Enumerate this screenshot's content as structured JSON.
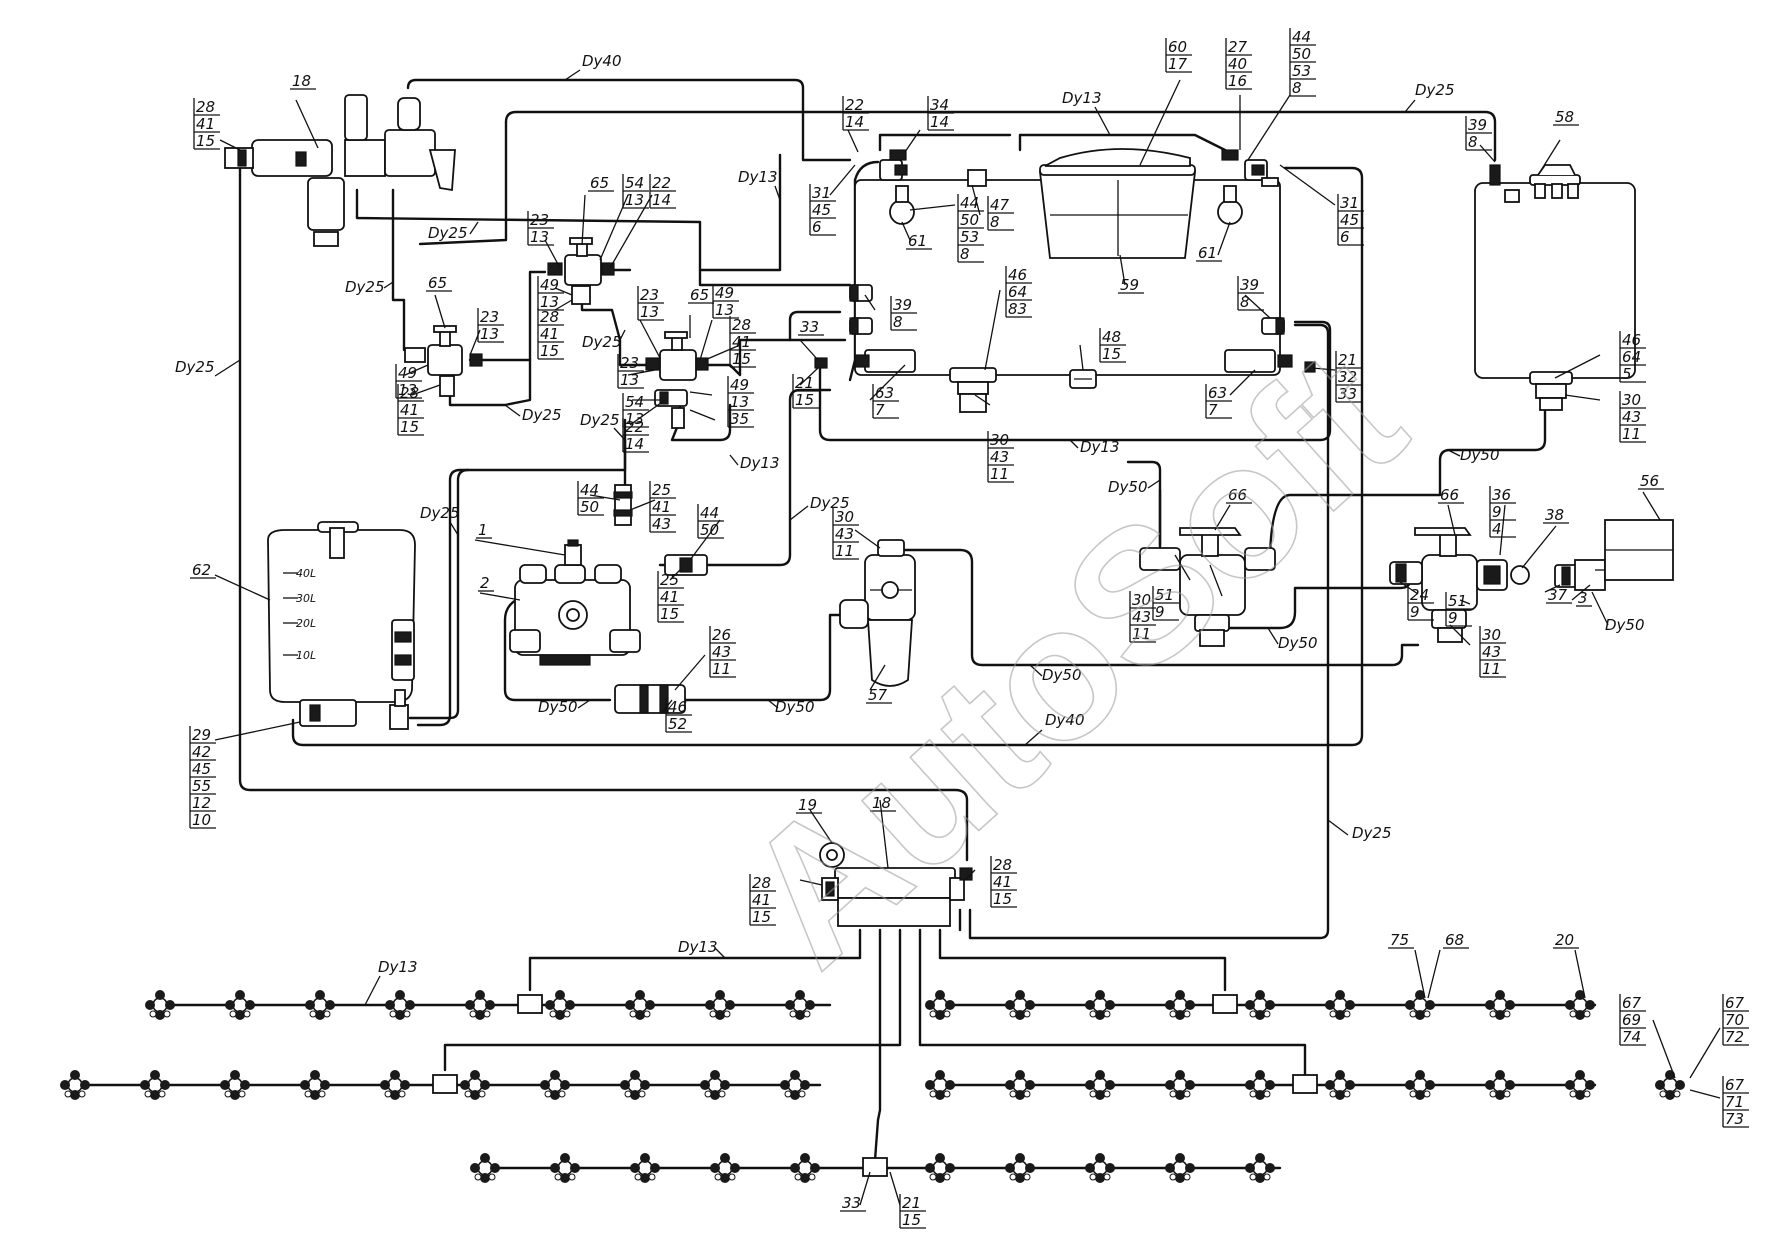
{
  "watermark": "AutoSoft",
  "pipe_labels": {
    "dy40_top": "Dy40",
    "dy13_top": "Dy13",
    "dy25_top": "Dy25",
    "dy13_a": "Dy13",
    "dy25_a": "Dy25",
    "dy25_b": "Dy25",
    "dy25_c": "Dy25",
    "dy25_d": "Dy25",
    "dy25_e": "Dy25",
    "dy13_b": "Dy13",
    "dy13_c": "Dy13",
    "dy25_f": "Dy25",
    "dy25_left": "Dy25",
    "dy50_a": "Dy50",
    "dy50_b": "Dy50",
    "dy50_c": "Dy50",
    "dy50_d": "Dy50",
    "dy50_e": "Dy50",
    "dy50_f": "Dy50",
    "dy50_g": "Dy50",
    "dy40_bottom": "Dy40",
    "dy25_right": "Dy25",
    "dy13_boom": "Dy13",
    "dy13_boom2": "Dy13"
  },
  "callouts": {
    "c1": [
      "28",
      "41",
      "15"
    ],
    "c2": [
      "18"
    ],
    "c3": [
      "22",
      "14"
    ],
    "c4": [
      "34",
      "14"
    ],
    "c5": [
      "60",
      "17"
    ],
    "c6": [
      "27",
      "40",
      "16"
    ],
    "c7": [
      "44",
      "50",
      "53",
      "8"
    ],
    "c8": [
      "39",
      "8"
    ],
    "c9": [
      "58"
    ],
    "c10": [
      "31",
      "45",
      "6"
    ],
    "c11": [
      "44",
      "50",
      "53",
      "8"
    ],
    "c12": [
      "47",
      "8"
    ],
    "c13": [
      "61"
    ],
    "c14": [
      "59"
    ],
    "c15": [
      "61"
    ],
    "c16": [
      "31",
      "45",
      "6"
    ],
    "c17": [
      "65"
    ],
    "c18": [
      "54",
      "13"
    ],
    "c19": [
      "22",
      "14"
    ],
    "c20": [
      "23",
      "13"
    ],
    "c21": [
      "49",
      "13"
    ],
    "c22": [
      "28",
      "41",
      "15"
    ],
    "c23": [
      "65"
    ],
    "c24": [
      "23",
      "13"
    ],
    "c25": [
      "49",
      "13"
    ],
    "c26": [
      "28",
      "41",
      "15"
    ],
    "c27": [
      "23",
      "13"
    ],
    "c28": [
      "65"
    ],
    "c29": [
      "49",
      "13"
    ],
    "c30": [
      "28",
      "41",
      "15"
    ],
    "c31": [
      "23",
      "13"
    ],
    "c32": [
      "54",
      "13"
    ],
    "c33": [
      "22",
      "14"
    ],
    "c34": [
      "49",
      "13",
      "35"
    ],
    "c35": [
      "39",
      "8"
    ],
    "c36": [
      "33"
    ],
    "c37": [
      "21",
      "15"
    ],
    "c38": [
      "63",
      "7"
    ],
    "c39": [
      "46",
      "64",
      "83"
    ],
    "c40": [
      "48",
      "15"
    ],
    "c41": [
      "39",
      "8"
    ],
    "c42": [
      "63",
      "7"
    ],
    "c43": [
      "21",
      "32",
      "33"
    ],
    "c44": [
      "46",
      "64",
      "5"
    ],
    "c45": [
      "30",
      "43",
      "11"
    ],
    "c46": [
      "30",
      "43",
      "11"
    ],
    "c47": [
      "44",
      "50"
    ],
    "c48": [
      "25",
      "41",
      "43"
    ],
    "c49": [
      "1"
    ],
    "c50": [
      "2"
    ],
    "c51": [
      "44",
      "50"
    ],
    "c52": [
      "25",
      "41",
      "15"
    ],
    "c53": [
      "30",
      "43",
      "11"
    ],
    "c54": [
      "66"
    ],
    "c55": [
      "30",
      "43",
      "11"
    ],
    "c56": [
      "51",
      "9"
    ],
    "c57": [
      "66"
    ],
    "c58": [
      "36",
      "9",
      "4"
    ],
    "c59": [
      "38"
    ],
    "c60": [
      "56"
    ],
    "c61": [
      "24",
      "9"
    ],
    "c62": [
      "51",
      "9"
    ],
    "c63": [
      "37"
    ],
    "c64": [
      "3"
    ],
    "c65": [
      "30",
      "43",
      "11"
    ],
    "c66": [
      "26",
      "43",
      "11"
    ],
    "c67": [
      "46",
      "52"
    ],
    "c68": [
      "57"
    ],
    "c69": [
      "62"
    ],
    "c70": [
      "29",
      "42",
      "45",
      "55",
      "12",
      "10"
    ],
    "c71": [
      "19"
    ],
    "c72": [
      "18"
    ],
    "c73": [
      "28",
      "41",
      "15"
    ],
    "c74": [
      "28",
      "41",
      "15"
    ],
    "c75": [
      "75"
    ],
    "c76": [
      "68"
    ],
    "c77": [
      "20"
    ],
    "c78": [
      "67",
      "69",
      "74"
    ],
    "c79": [
      "67",
      "70",
      "72"
    ],
    "c80": [
      "67",
      "71",
      "73"
    ],
    "c81": [
      "33"
    ],
    "c82": [
      "21",
      "15"
    ]
  },
  "tank_scale": [
    "40L",
    "30L",
    "20L",
    "10L"
  ]
}
